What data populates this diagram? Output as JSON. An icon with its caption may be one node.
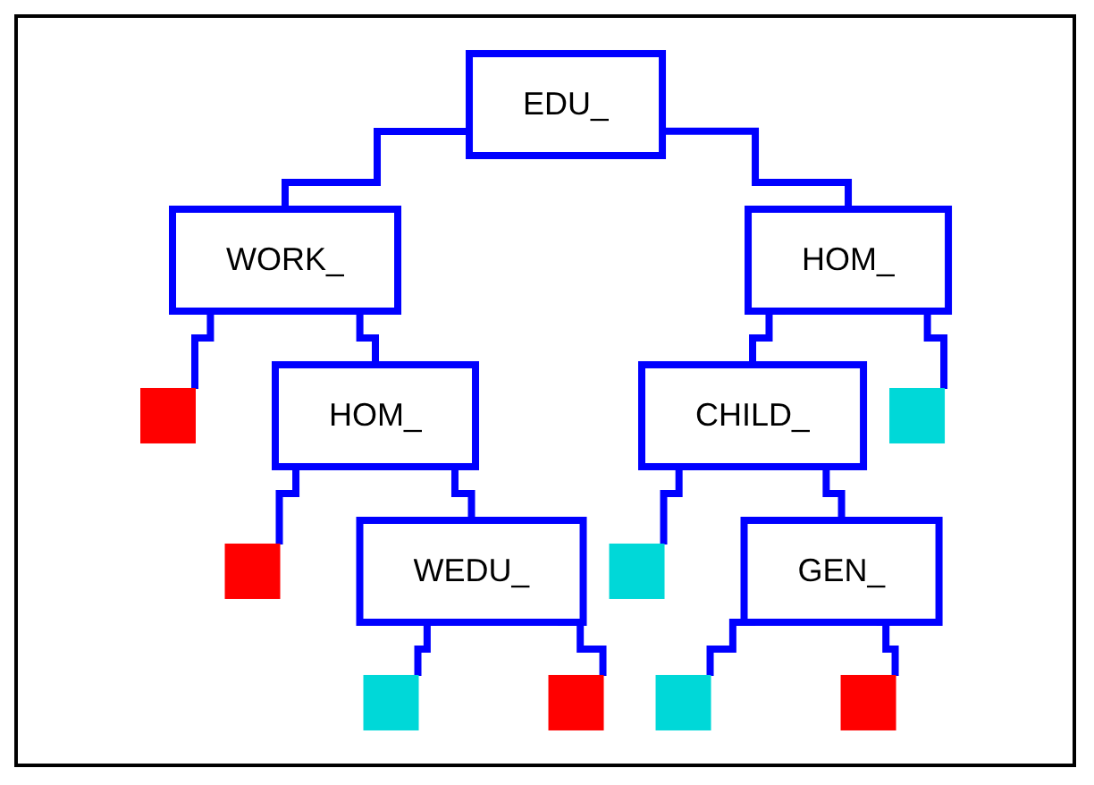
{
  "diagram": {
    "nodes": [
      {
        "text": [
          "EDU_"
        ]
      },
      {
        "text": [
          "WORK_"
        ]
      },
      {
        "text": [
          "HOM_"
        ]
      },
      {
        "text": [],
        "shape": "box"
      },
      {
        "text": [
          "HOM_"
        ]
      },
      {
        "text": [
          "CHILD_"
        ]
      },
      {
        "text": [],
        "shape": "box"
      },
      {
        "text": [],
        "shape": "box"
      },
      {
        "text": [
          "WEDU_"
        ]
      },
      {
        "text": [],
        "shape": "box"
      },
      {
        "text": [
          "GEN_"
        ]
      },
      {
        "text": [],
        "shape": "box"
      },
      {
        "text": [],
        "shape": "box"
      },
      {
        "text": [],
        "shape": "box"
      },
      {
        "text": [],
        "shape": "box"
      }
    ],
    "edges": [
      {
        "from": 0,
        "to": 1,
        "arrow": "none"
      },
      {
        "from": 0,
        "to": 2,
        "arrow": "none"
      },
      {
        "from": 1,
        "to": 3,
        "arrow": "none"
      },
      {
        "from": 1,
        "to": 4,
        "arrow": "none"
      },
      {
        "from": 2,
        "to": 5,
        "arrow": "none"
      },
      {
        "from": 2,
        "to": 6,
        "arrow": "none"
      },
      {
        "from": 4,
        "to": 7,
        "arrow": "none"
      },
      {
        "from": 4,
        "to": 8,
        "arrow": "none"
      },
      {
        "from": 5,
        "to": 9,
        "arrow": "none"
      },
      {
        "from": 5,
        "to": 10,
        "arrow": "none"
      },
      {
        "from": 8,
        "to": 11,
        "arrow": "none"
      },
      {
        "from": 8,
        "to": 12,
        "arrow": "none"
      },
      {
        "from": 10,
        "to": 13,
        "arrow": "none"
      },
      {
        "from": 10,
        "to": 14,
        "arrow": "none"
      }
    ]
  }
}
